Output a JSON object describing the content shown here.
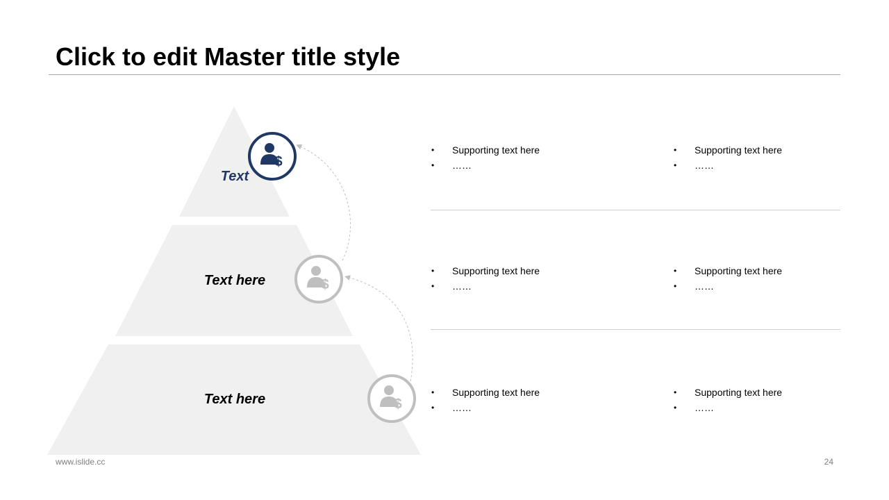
{
  "slide": {
    "title": "Click to edit Master title style"
  },
  "colors": {
    "accent": "#1f3864",
    "muted": "#bfbfbf",
    "tier_fill": "#f0f0f0"
  },
  "pyramid": {
    "tiers": [
      {
        "label": "Text",
        "icon": "businessman-dollar-icon",
        "highlighted": true
      },
      {
        "label": "Text here",
        "icon": "businessman-dollar-icon",
        "highlighted": false
      },
      {
        "label": "Text here",
        "icon": "businessman-dollar-icon",
        "highlighted": false
      }
    ]
  },
  "rows": [
    {
      "left": [
        "Supporting text here",
        "……"
      ],
      "right": [
        "Supporting text here",
        "……"
      ]
    },
    {
      "left": [
        "Supporting text here",
        "……"
      ],
      "right": [
        "Supporting text here",
        "……"
      ]
    },
    {
      "left": [
        "Supporting text here",
        "……"
      ],
      "right": [
        "Supporting text here",
        "……"
      ]
    }
  ],
  "footer": {
    "url": "www.islide.cc",
    "page": "24"
  }
}
